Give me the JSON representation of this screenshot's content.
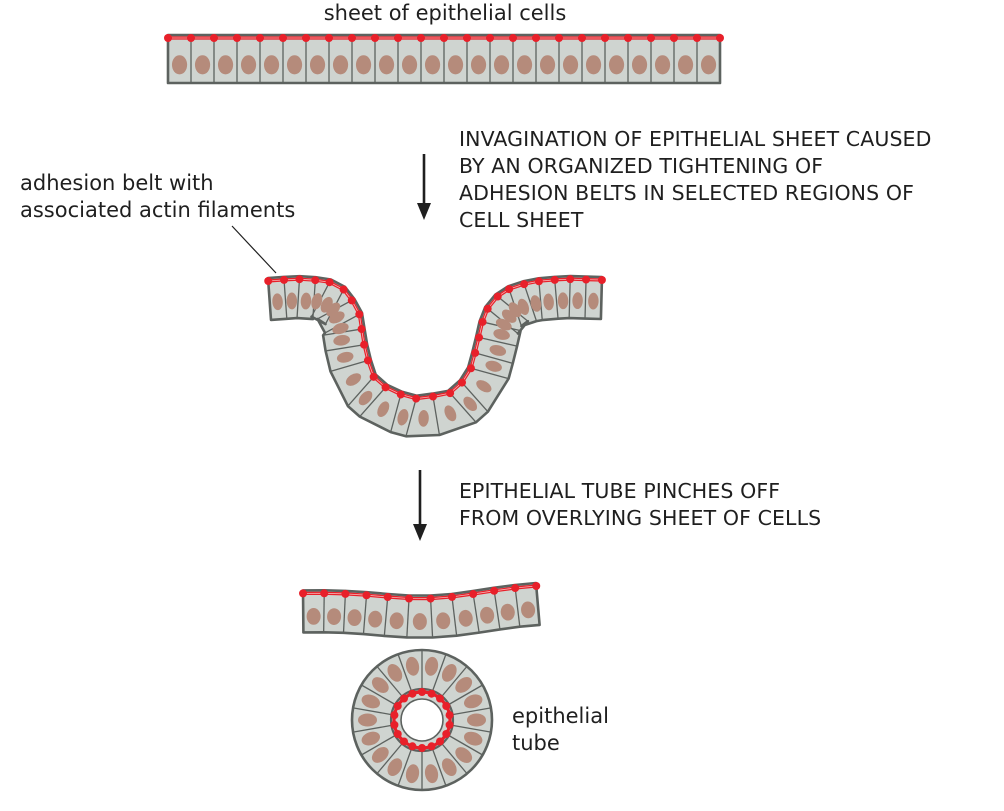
{
  "labels": {
    "sheet": "sheet of epithelial cells",
    "adhesion_line1": "adhesion belt with",
    "adhesion_line2": "associated actin filaments",
    "tube_line1": "epithelial",
    "tube_line2": "tube"
  },
  "steps": [
    {
      "lines": [
        "INVAGINATION OF EPITHELIAL SHEET CAUSED",
        "BY AN ORGANIZED TIGHTENING OF",
        "ADHESION BELTS IN SELECTED REGIONS OF",
        "CELL SHEET"
      ]
    },
    {
      "lines": [
        "EPITHELIAL TUBE PINCHES OFF",
        "FROM OVERLYING SHEET OF CELLS"
      ]
    }
  ],
  "colors": {
    "cell_fill": "#cfd4d0",
    "cell_outline": "#5d625f",
    "nucleus": "#b58b7b",
    "adhesion_belt": "#e8202a",
    "arrow": "#1f1f1f",
    "text": "#1f1f1f"
  }
}
